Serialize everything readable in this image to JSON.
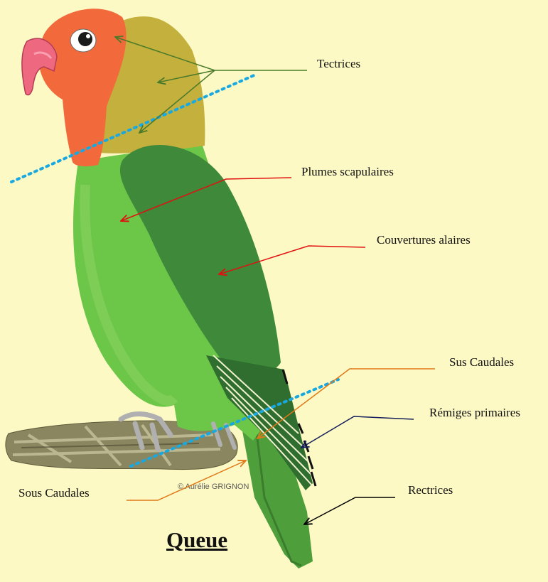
{
  "diagram": {
    "labels": {
      "tectrices": "Tectrices",
      "plumes_scapulaires": "Plumes scapulaires",
      "couvertures_alaires": "Couvertures alaires",
      "sus_caudales": "Sus Caudales",
      "remiges_primaires": "Rémiges primaires",
      "rectrices": "Rectrices",
      "sous_caudales": "Sous Caudales"
    },
    "title": "Queue",
    "credit": "© Aurélie GRIGNON"
  },
  "colors": {
    "background": "#fdf9c4",
    "head": "#f26a3c",
    "nape": "#c4b03c",
    "body": "#6cc648",
    "wing": "#3e8a3a",
    "tail": "#4f9e3c",
    "arrow_tectrices": "#4a7a2a",
    "arrow_red": "#e01010",
    "arrow_orange": "#e07818",
    "arrow_navy": "#141e5a",
    "arrow_black": "#000000",
    "dotted_line": "#1aa8e0"
  }
}
